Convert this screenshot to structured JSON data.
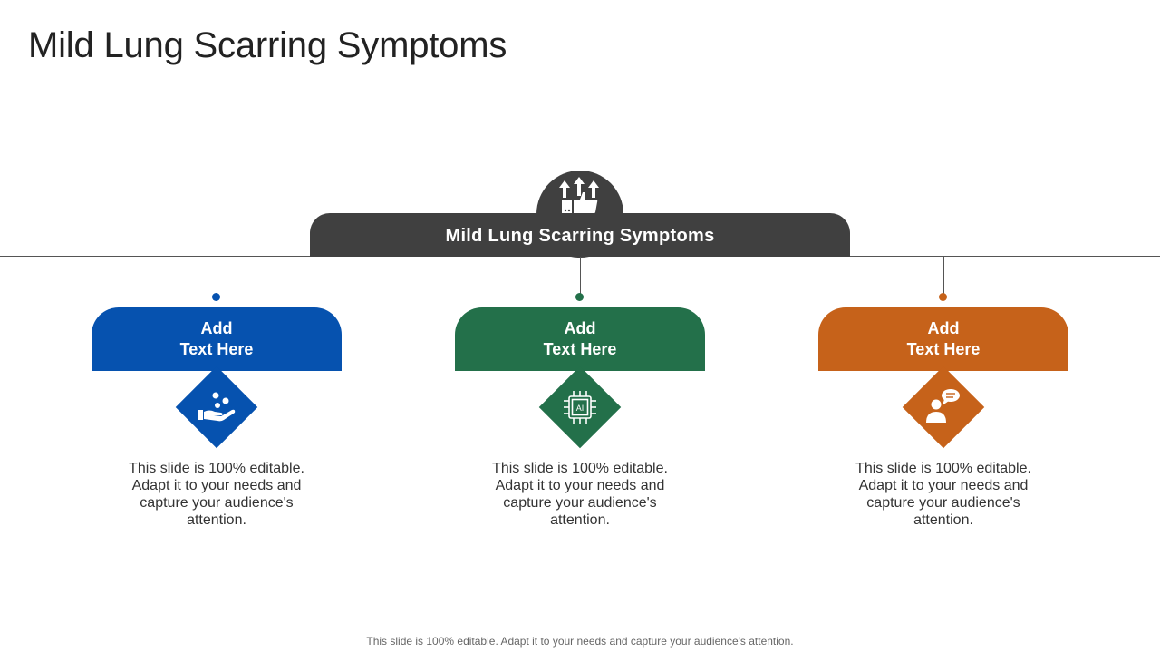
{
  "slide": {
    "title": "Mild Lung Scarring Symptoms",
    "footer": "This slide is 100% editable. Adapt it to your needs and capture your audience's attention."
  },
  "hub": {
    "label": "Mild  Lung Scarring Symptoms",
    "icon": "thumbs-up-growth-icon",
    "color": "#404040"
  },
  "cards": [
    {
      "heading_line1": "Add",
      "heading_line2": "Text Here",
      "description": "This slide is 100% editable. Adapt it to your needs and capture your audience's attention.",
      "icon": "hand-coins-icon",
      "color": "#0652AF"
    },
    {
      "heading_line1": "Add",
      "heading_line2": "Text Here",
      "description": "This slide is 100% editable. Adapt it to your needs and capture your audience's attention.",
      "icon": "ai-chip-icon",
      "chip_text": "AI",
      "color": "#23704A"
    },
    {
      "heading_line1": "Add",
      "heading_line2": "Text Here",
      "description": "This slide is 100% editable. Adapt it to your needs and capture your audience's attention.",
      "icon": "person-speech-bubble-icon",
      "color": "#C6621A"
    }
  ]
}
